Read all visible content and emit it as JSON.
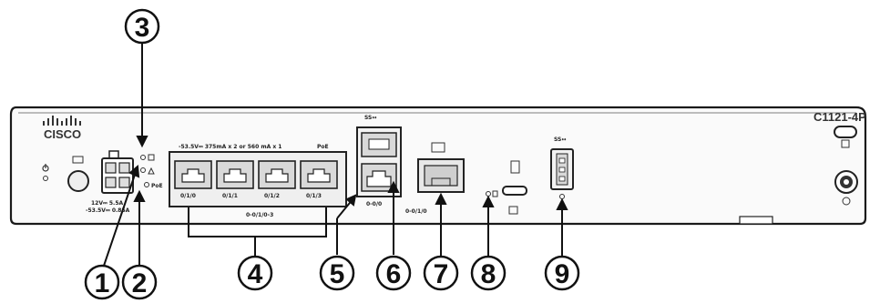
{
  "device": {
    "brand": "CISCO",
    "model": "C1121-4P",
    "poe_spec": "-53.5V⎓ 375mA x 2 or 560 mA x 1",
    "poe_label": "PoE",
    "port_labels": [
      "0/1/0",
      "0/1/1",
      "0/1/2",
      "0/1/3"
    ],
    "ge_label": "0-0/1/0",
    "wan_label": "0-0/0",
    "power_spec": [
      "12V⎓ 5.5A",
      "-53.5V⎓ 0.85A"
    ],
    "usb_ss_label": "SS↔",
    "icons": [
      "power-icon",
      "console-icon",
      "usb-icon",
      "lock-icon",
      "ground-icon"
    ]
  },
  "callouts": [
    {
      "number": "1"
    },
    {
      "number": "2"
    },
    {
      "number": "3"
    },
    {
      "number": "4"
    },
    {
      "number": "5"
    },
    {
      "number": "6"
    },
    {
      "number": "7"
    },
    {
      "number": "8"
    },
    {
      "number": "9"
    }
  ],
  "colors": {
    "line": "#111111",
    "panel_stroke": "#1a1a1a",
    "port_fill": "#d9d9d9"
  }
}
